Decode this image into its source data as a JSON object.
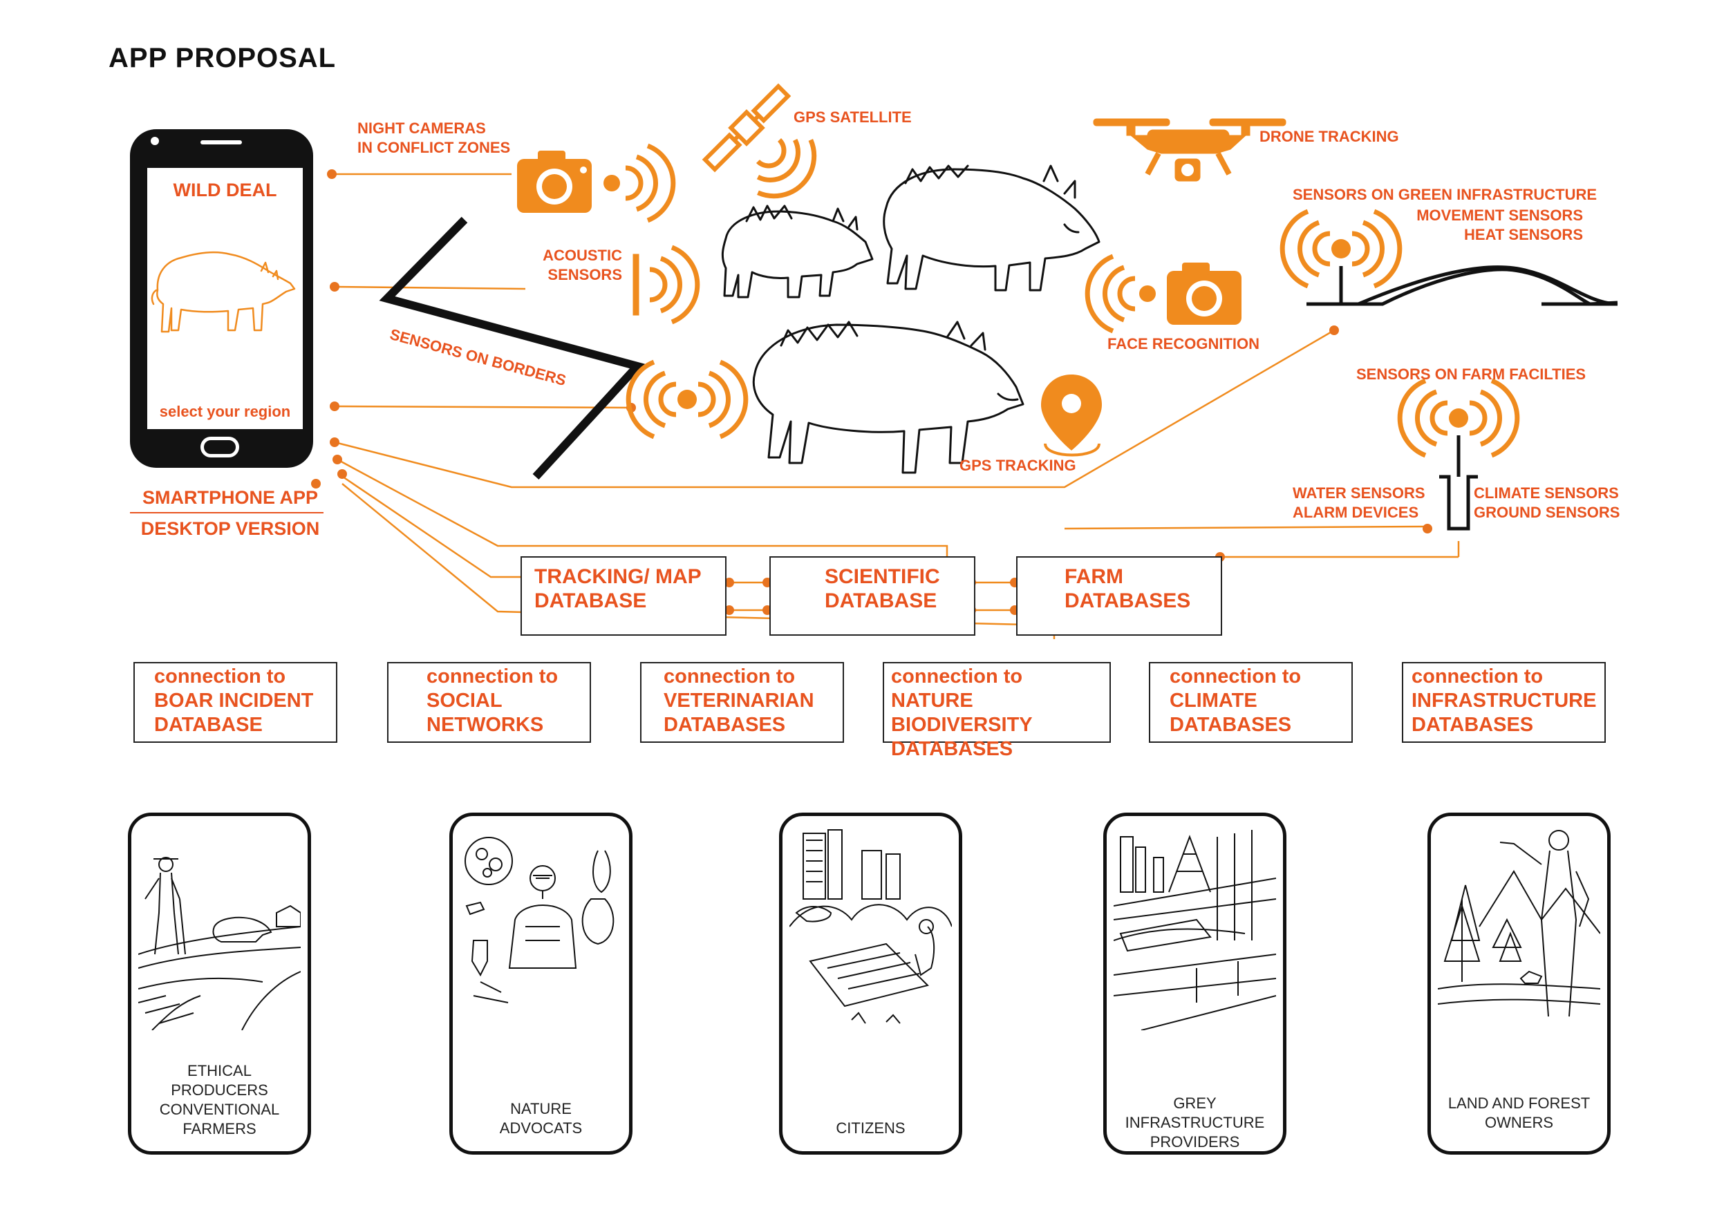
{
  "title": "APP PROPOSAL",
  "colors": {
    "accent": "#f08b1e",
    "label": "#e8531f",
    "ink": "#111111"
  },
  "phone": {
    "app_name": "WILD DEAL",
    "select_region": "select your region",
    "versions": [
      "SMARTPHONE APP",
      "DESKTOP VERSION"
    ]
  },
  "sensors": {
    "night_cameras": "NIGHT CAMERAS\nIN CONFLICT ZONES",
    "gps_satellite": "GPS SATELLITE",
    "drone_tracking": "DRONE TRACKING",
    "acoustic_sensors": "ACOUSTIC\nSENSORS",
    "sensors_on_borders": "SENSORS ON BORDERS",
    "green_infrastructure": "SENSORS ON GREEN INFRASTRUCTURE",
    "movement_heat": "MOVEMENT SENSORS\nHEAT SENSORS",
    "face_recognition": "FACE RECOGNITION",
    "farm_facilities": "SENSORS ON FARM FACILTIES",
    "gps_tracking": "GPS TRACKING",
    "water_alarm": "WATER SENSORS\nALARM DEVICES",
    "climate_ground": "CLIMATE SENSORS\nGROUND SENSORS"
  },
  "databases": [
    {
      "label": "TRACKING/ MAP\nDATABASE"
    },
    {
      "label": "SCIENTIFIC\nDATABASE"
    },
    {
      "label": "FARM\nDATABASES"
    }
  ],
  "connections": [
    {
      "prefix": "connection to",
      "label": "BOAR INCIDENT\nDATABASE"
    },
    {
      "prefix": "connection to",
      "label": "SOCIAL\nNETWORKS"
    },
    {
      "prefix": "connection to",
      "label": "VETERINARIAN\nDATABASES"
    },
    {
      "prefix": "connection to",
      "label": "NATURE BIODIVERSITY\nDATABASES"
    },
    {
      "prefix": "connection to",
      "label": "CLIMATE\nDATABASES"
    },
    {
      "prefix": "connection to",
      "label": "INFRASTRUCTURE\nDATABASES"
    }
  ],
  "users": [
    {
      "label": "ETHICAL\nPRODUCERS\nCONVENTIONAL\nFARMERS",
      "icon": "farmer-illustration"
    },
    {
      "label": "NATURE\nADVOCATS",
      "icon": "scientist-illustration"
    },
    {
      "label": "CITIZENS",
      "icon": "city-park-illustration"
    },
    {
      "label": "GREY INFRASTRUCTURE\nPROVIDERS",
      "icon": "infrastructure-illustration"
    },
    {
      "label": "LAND AND FOREST\nOWNERS",
      "icon": "forest-owner-illustration"
    }
  ]
}
